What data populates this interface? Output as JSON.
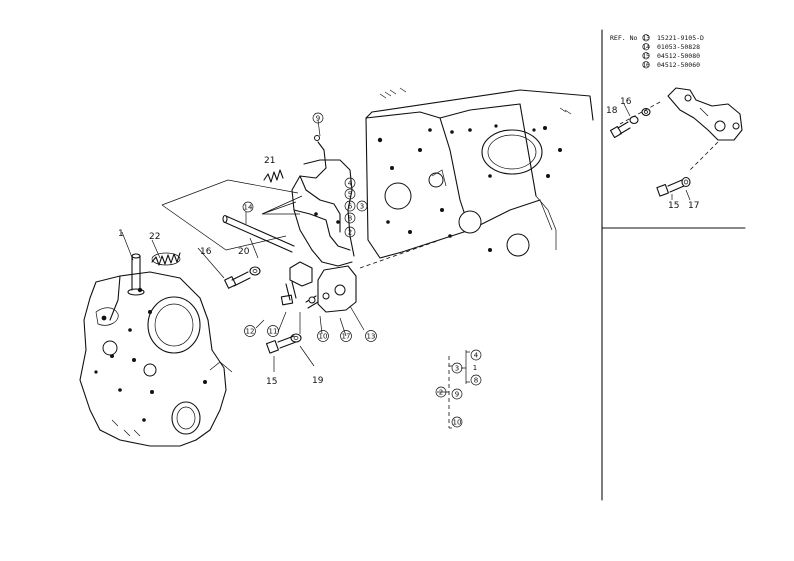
{
  "reference_box": {
    "heading": "REF. No",
    "entries": [
      {
        "ref": "13",
        "part": "15221-9105-D"
      },
      {
        "ref": "14",
        "part": "01053-50828"
      },
      {
        "ref": "15",
        "part": "04512-50080"
      },
      {
        "ref": "16",
        "part": "04512-50060"
      }
    ]
  },
  "inset_labels": [
    "18",
    "16",
    "15",
    "17"
  ],
  "main_labels": {
    "l1": "1",
    "l22": "22",
    "l16": "16",
    "l20": "20",
    "l14": "14",
    "l21": "21",
    "l9": "9",
    "l4": "4",
    "l5": "5",
    "l6": "6",
    "l3": "3",
    "l8": "8",
    "l2": "2",
    "l12": "12",
    "l11": "11",
    "l10": "10",
    "l13": "13",
    "l15": "15",
    "l19": "19",
    "l17": "17"
  },
  "tree": {
    "root": "2",
    "mid_top": "3",
    "mid_bottom": "9",
    "leaf_top": "4",
    "leaf_mid": "1",
    "leaf_8": "8",
    "leaf_bottom": "10"
  }
}
